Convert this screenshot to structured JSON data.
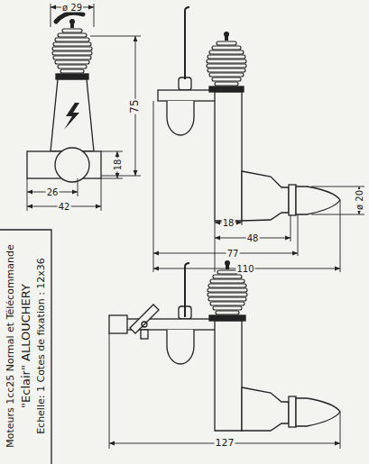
{
  "diagram": {
    "labels": [
      "ø 29",
      "75",
      "18",
      "26",
      "42",
      "18",
      "48",
      "77",
      "110",
      "ø 20",
      "127",
      "Moteurs 1cc25 Normal et Télécommande",
      "\"Eclair\"  ALLOUCHERY",
      "Echelle: 1   Cotes de fixation : 12x36"
    ]
  }
}
